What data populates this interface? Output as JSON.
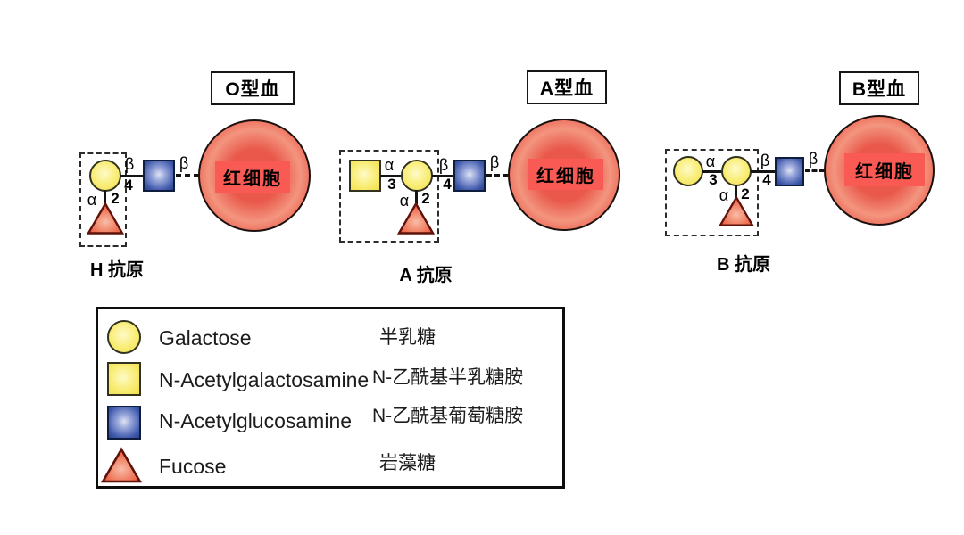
{
  "groups": [
    {
      "blood_type": "O型血",
      "cell": "红细胞",
      "antigen": "H 抗原",
      "bonds": {
        "beta1": "β",
        "num1": "4",
        "beta2": "β",
        "fuc_alpha": "α",
        "fuc_num": "2"
      }
    },
    {
      "blood_type": "A型血",
      "cell": "红细胞",
      "antigen": "A 抗原",
      "bonds": {
        "alpha1": "α",
        "num0": "3",
        "beta1": "β",
        "num1": "4",
        "beta2": "β",
        "fuc_alpha": "α",
        "fuc_num": "2"
      }
    },
    {
      "blood_type": "B型血",
      "cell": "红细胞",
      "antigen": "B 抗原",
      "bonds": {
        "alpha1": "α",
        "num0": "3",
        "beta1": "β",
        "num1": "4",
        "beta2": "β",
        "fuc_alpha": "α",
        "fuc_num": "2"
      }
    }
  ],
  "legend": {
    "rows": [
      {
        "en": "Galactose",
        "zh": "半乳糖"
      },
      {
        "en": "N-Acetylgalactosamine",
        "zh": "N-乙酰基半乳糖胺"
      },
      {
        "en": "N-Acetylglucosamine",
        "zh": "N-乙酰基葡萄糖胺"
      },
      {
        "en": "Fucose",
        "zh": "岩藻糖"
      }
    ]
  },
  "colors": {
    "galactose_yellow": "#f1df4b",
    "glcnac_blue": "#3c56a9",
    "fucose_red": "#e84c35",
    "cell_red": "#e9584a",
    "cell_label_red": "#f95a54"
  }
}
